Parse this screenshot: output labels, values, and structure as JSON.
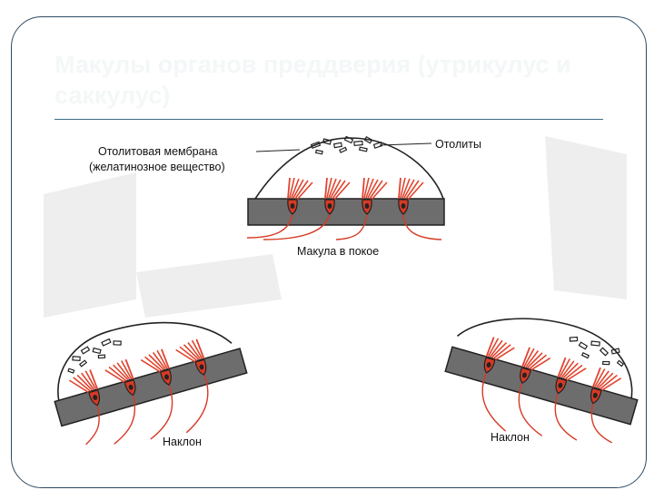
{
  "slide": {
    "title_line1": "Макулы органов преддверия (утрикулус и",
    "title_line2": "саккулус)"
  },
  "figure": {
    "label_membrane_1": "Отолитовая мембрана",
    "label_membrane_2": "(желатинозное вещество)",
    "label_otoliths": "Отолиты",
    "label_rest": "Макула в покое",
    "label_tilt_left": "Наклон",
    "label_tilt_right": "Наклон"
  },
  "colors": {
    "title_text": "#f3f7f7",
    "frame_border": "#2e4a63",
    "rule": "#3b6e86",
    "base_plate": "#6d6d6d",
    "nerve_red": "#d63a25",
    "hair_red": "#e0452f",
    "watermark": "#eeeeee"
  }
}
